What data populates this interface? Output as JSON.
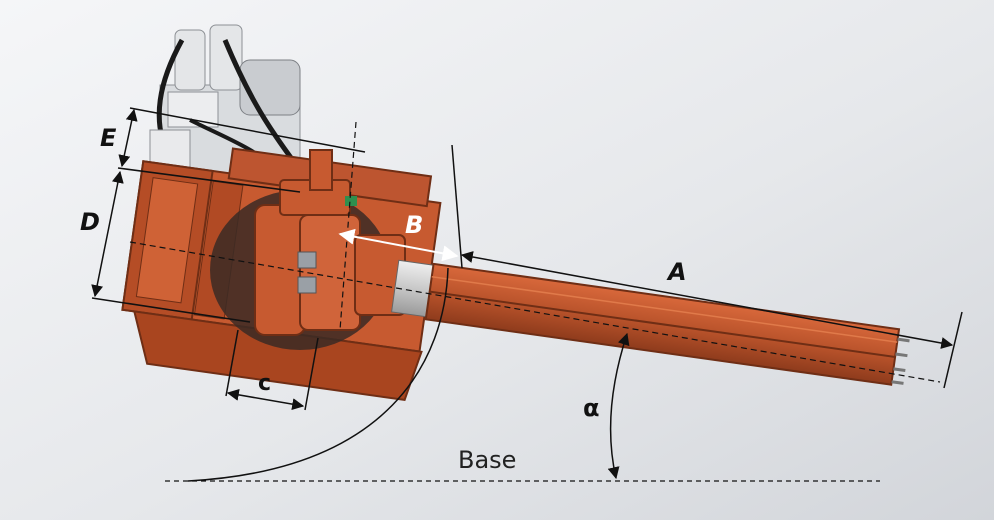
{
  "figure": {
    "colors": {
      "background_light": "#f3f4f6",
      "background_dark": "#d5d8dd",
      "machine_orange": "#c75a30",
      "machine_dark": "#8e3b1c",
      "machine_shadow": "#6f2e15",
      "hydraulic_grey": "#d9dcdf",
      "line_color": "#111111"
    },
    "labels": {
      "dim_a": "A",
      "dim_b": "B",
      "dim_c": "c",
      "dim_d": "D",
      "dim_e": "E",
      "angle": "α",
      "base": "Base"
    }
  }
}
